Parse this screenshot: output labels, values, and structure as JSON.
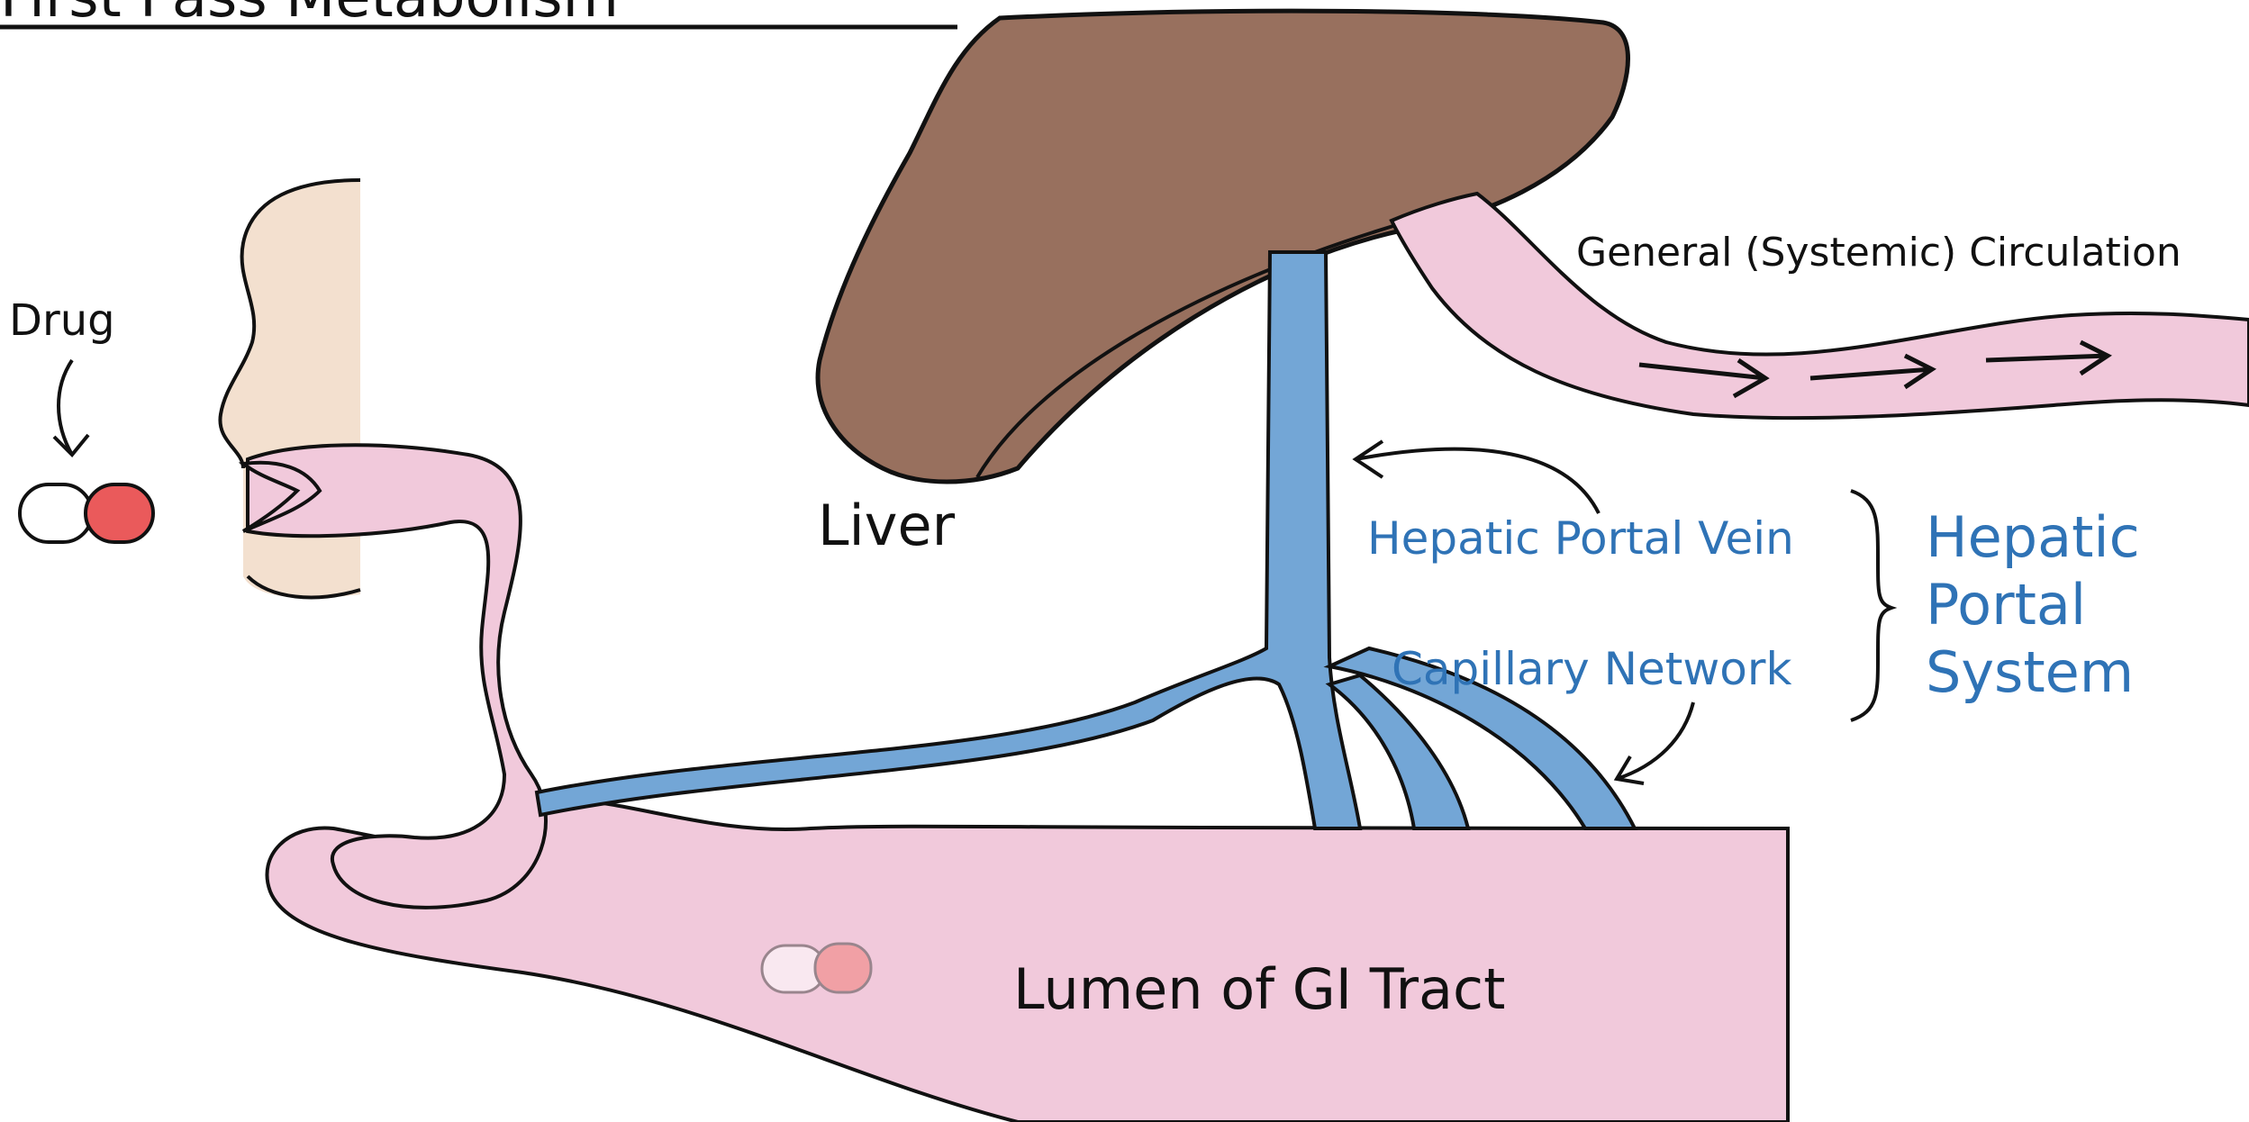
{
  "title": "First Pass Metabolism",
  "labels": {
    "drug": "Drug",
    "liver": "Liver",
    "general_circulation": "General (Systemic) Circulation",
    "hepatic_portal_vein": "Hepatic Portal Vein",
    "capillary_network": "Capillary Network",
    "hepatic_portal_system": [
      "Hepatic",
      "Portal",
      "System"
    ],
    "lumen": "Lumen of GI Tract"
  },
  "colors": {
    "background": "#ffffff",
    "outline": "#111111",
    "liver": "#98705e",
    "gi_pink": "#f1c9db",
    "vein_blue": "#73a6d6",
    "skin": "#f3e0cf",
    "label_blue": "#2f73b6",
    "pill_red": "#ea5a5b",
    "pill_pale_red": "#f29a9c"
  }
}
